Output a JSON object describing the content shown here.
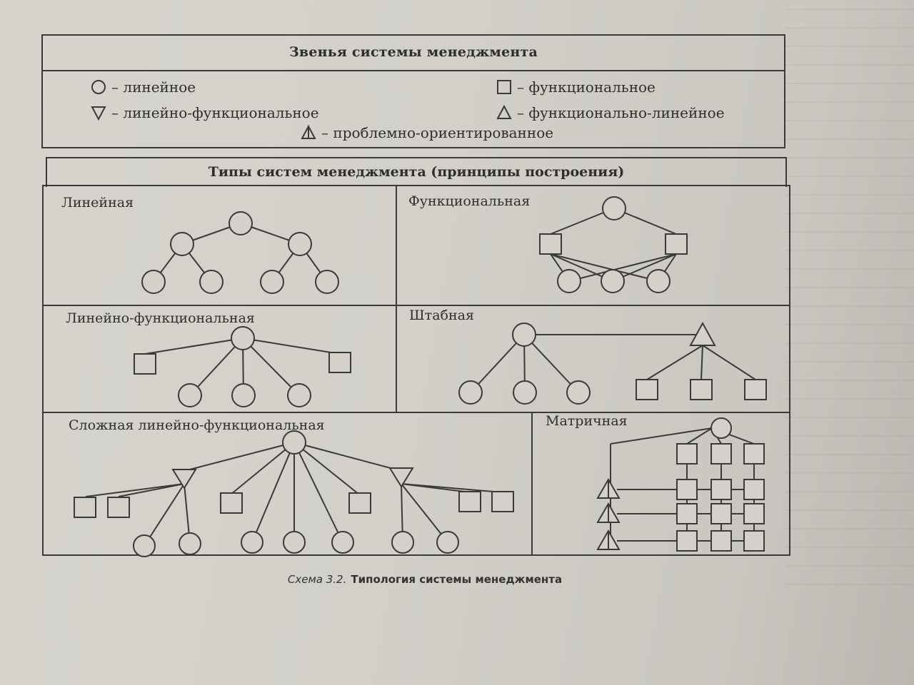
{
  "header": {
    "title": "Звенья системы менеджмента",
    "legend": [
      {
        "shape": "circle",
        "label": "– линейное"
      },
      {
        "shape": "square",
        "label": "– функциональное"
      },
      {
        "shape": "triangle-down",
        "label": "– линейно-функциональное"
      },
      {
        "shape": "triangle-up",
        "label": "– функционально-линейное"
      },
      {
        "shape": "triangle-split",
        "label": "– проблемно-ориентированное"
      }
    ]
  },
  "types": {
    "title": "Типы систем менеджмента (принципы построения)",
    "panels": [
      {
        "id": "linear",
        "label": "Линейная"
      },
      {
        "id": "functional",
        "label": "Функциональная"
      },
      {
        "id": "linear-functional",
        "label": "Линейно-функциональная"
      },
      {
        "id": "staff",
        "label": "Штабная"
      },
      {
        "id": "complex-linear-functional",
        "label": "Сложная линейно-функциональная"
      },
      {
        "id": "matrix",
        "label": "Матричная"
      }
    ]
  },
  "caption": {
    "prefix": "Схема 3.2.",
    "text": "Типология системы менеджмента"
  },
  "colors": {
    "stroke": "#3a3a3a",
    "paper": "#d3d1ca"
  }
}
